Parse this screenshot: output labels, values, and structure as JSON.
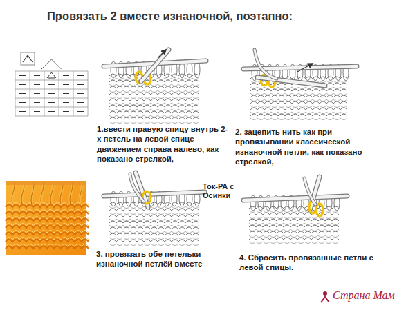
{
  "diagram": {
    "title": "Провязать 2 вместе изнаночной, поэтапно:",
    "labels": [
      "1.ввести правую спицу внутрь 2-х петель на левой спице движением справа налево, как показано стрелкой,",
      "2. зацепить нить как при провязывании классической изнаночной петли, как показано стрелкой,",
      "Ток-РА с Осинки",
      "3. провязать обе петельки изнаночной петлёй вместе",
      "4. Сбросить провязанные петли с левой спицы.",
      "Страна Мам"
    ]
  }
}
